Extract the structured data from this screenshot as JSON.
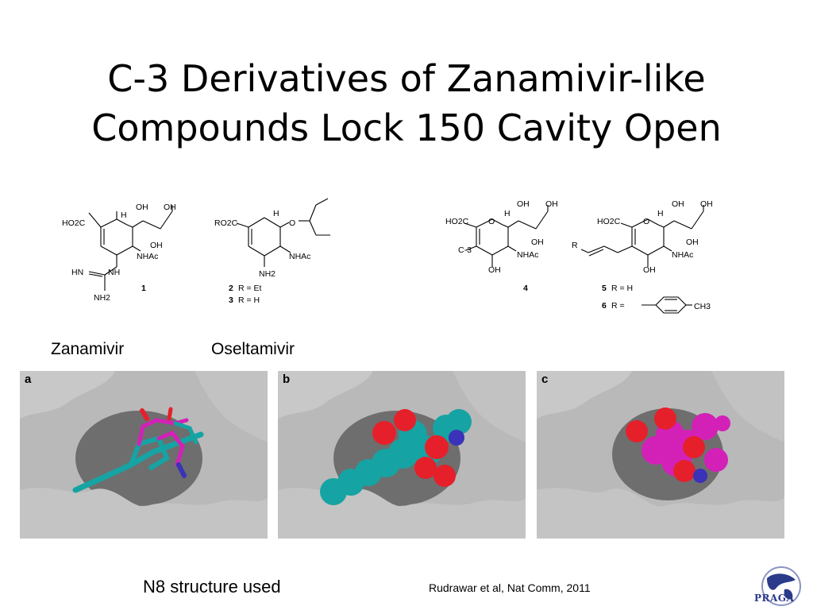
{
  "title": {
    "line1": "C-3 Derivatives of Zanamivir-like",
    "line2": "Compounds Lock 150 Cavity Open"
  },
  "structures": {
    "s1": {
      "oh_top1": "OH",
      "oh_top2": "OH",
      "h": "H",
      "ho2c": "HO2C",
      "oh_mid": "OH",
      "nhac": "NHAc",
      "hn": "HN",
      "nh": "NH",
      "nh2": "NH2",
      "label": "1"
    },
    "s2": {
      "h": "H",
      "o": "O",
      "ro2c": "RO2C",
      "nhac": "NHAc",
      "nh2": "NH2",
      "label2": "2",
      "r2": "R = Et",
      "label3": "3",
      "r3": "R = H"
    },
    "s4": {
      "oh_top1": "OH",
      "oh_top2": "OH",
      "h": "H",
      "ho2c": "HO2C",
      "o": "O",
      "oh_mid": "OH",
      "nhac": "NHAc",
      "c3": "C-3",
      "oh_bot": "OH",
      "label": "4"
    },
    "s5": {
      "oh_top1": "OH",
      "oh_top2": "OH",
      "h": "H",
      "ho2c": "HO2C",
      "o": "O",
      "oh_mid": "OH",
      "nhac": "NHAc",
      "r": "R",
      "oh_bot": "OH",
      "label5": "5",
      "r5": "R = H",
      "label6": "6",
      "r6": "R =",
      "ch3": "CH3"
    }
  },
  "drug_labels": {
    "zanamivir": "Zanamivir",
    "oseltamivir": "Oseltamivir"
  },
  "panels": [
    {
      "letter": "a"
    },
    {
      "letter": "b"
    },
    {
      "letter": "c"
    }
  ],
  "footer": {
    "structure_note": "N8 structure used",
    "citation": "Rudrawar et al, Nat Comm, 2011"
  },
  "logo": {
    "text": "PRAGA"
  },
  "colors": {
    "surface": "#b9b9b9",
    "cavity": "#6e6e6e",
    "oxygen": "#e5202a",
    "carbon_cyan": "#16a3a3",
    "carbon_magenta": "#d321b8",
    "nitrogen": "#3a32b8"
  }
}
